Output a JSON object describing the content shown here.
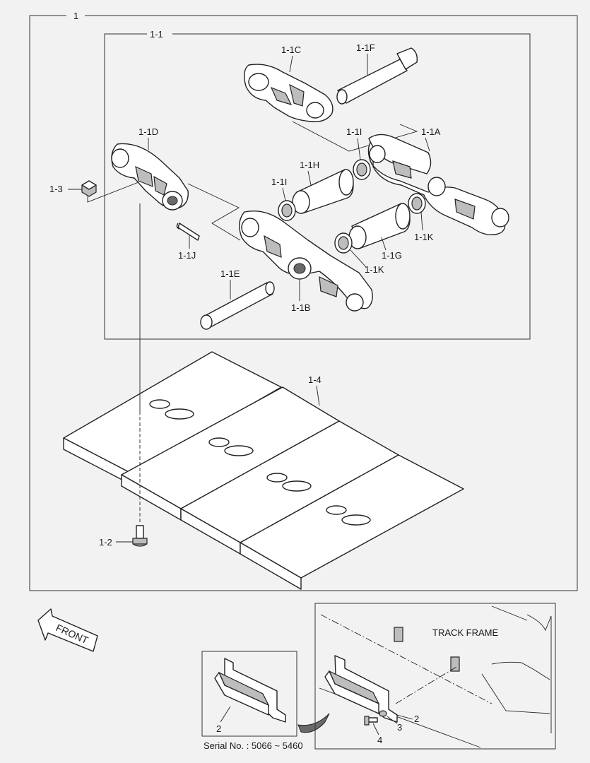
{
  "labels": {
    "assy": "1",
    "link_assy": "1-1",
    "link_1a": "1-1A",
    "link_1b": "1-1B",
    "link_1c": "1-1C",
    "link_1d": "1-1D",
    "pin_1e": "1-1E",
    "pin_1f": "1-1F",
    "bush_1g": "1-1G",
    "bush_1h": "1-1H",
    "seal_1i_left": "1-1I",
    "seal_1i_right": "1-1I",
    "pin_1j": "1-1J",
    "seal_1k_upper": "1-1K",
    "seal_1k_lower": "1-1K",
    "bolt": "1-2",
    "nut": "1-3",
    "shoe": "1-4",
    "front": "FRONT",
    "track_frame": "TRACK FRAME",
    "guard_left": "2",
    "guard_right": "2",
    "washer": "3",
    "guard_bolt": "4",
    "serial": "Serial No. : 5066 ~ 5460"
  }
}
